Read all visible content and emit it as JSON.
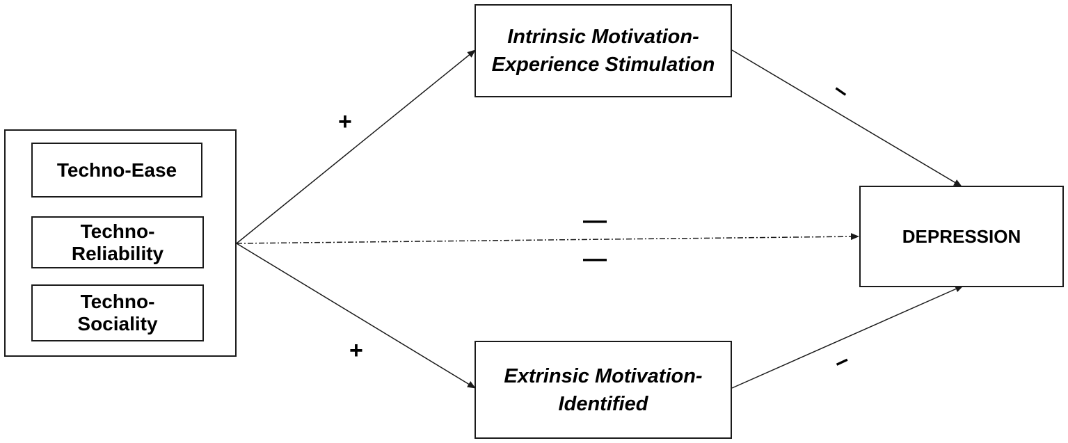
{
  "antecedents": {
    "items": [
      "Techno-Ease",
      "Techno-Reliability",
      "Techno-Sociality"
    ]
  },
  "mediators": {
    "intrinsic": "Intrinsic Motivation-Experience Stimulation",
    "extrinsic": "Extrinsic Motivation-Identified"
  },
  "outcome": "DEPRESSION",
  "paths": {
    "to_intrinsic": "+",
    "to_extrinsic": "+",
    "intrinsic_to_outcome": "–",
    "extrinsic_to_outcome": "–",
    "direct_upper": "—",
    "direct_lower": "—"
  },
  "colors": {
    "line": "#1a1a1a",
    "background": "#ffffff"
  }
}
